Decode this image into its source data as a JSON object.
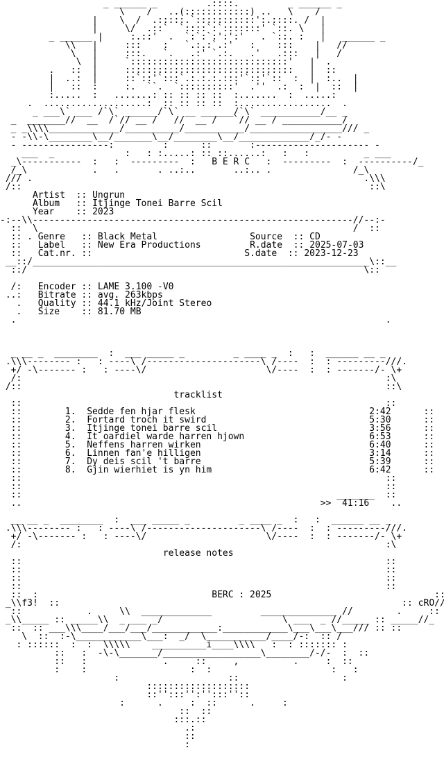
{
  "art": {
    "top": "                   _ ______ _         .::::.         _ ______ _\n                      \\    /   ..(::::::::::::) ..   \\    /\n                 |    \\  /  .:::::.`:::::::::::':.::::. /  |\n                 |     \\/  .::`  `::::`:`:::::::' `::. \\   |\n         _ ______ |     :.::'  .  `:`:`:':':'   . `::. :   |   ______ _\n            \\\\   |     :::    :   `.:.:`.:'   :    :::    |   //\n             \\   |     :::.   `.   .:' `.:.   .'   .:::   |   /\n              \\  |     `:::::::::::::::::::::::::::::'   |  .\n         .   ::  |     :::::::::::::::::::::::::::::::   |  ::\n         |  ..:  |     ::`::'`:::`.:.:.:.:::'`::'`::  :  |  :..  |\n         |   ::  :     :.  ``.  `::::::::::'  .''  .:  :  |  ::  |\n         :.....  :   .......: :: :: :: ::  :.......  :  .....:\n     .  ...................:  :: :: :: ::  :.................  .",
    "mid": "      _ ___\\` ___ /`\\` ______/`\\` __ ______/`\\` ___________/__ _\n  _  _______//  __  /`// __ /   //  __ /   `// __ / ___________/\n  _ _\\\\\\\\_____________/__________/___________/_________________/// _\n  - -\\\\-\\________\\__/_______\\__/________\\__/_____________/_/- -\n  - ----------------:         :      ::       :--------------------- -\n    ___  _             :   : :.....: :: ::......:   :   :          _ ___\n  _\\-----------  :   :  ---------  :   B E R C   :  ---------  :  ----------/_\n  /_\\            .   .       . ..:..       ..:.. .               /_\\\n /// .                                                             .\\\\\\\n /::                                                                ::\\",
    "sep1": "-:--\\\\-----------------------------------------------------------//--:-\n  ::  \\                                                          /  ::",
    "sep2": " __::/______________________________________________________________\\::__\n  ::/                                                              \\::",
    "box1_top": "  _ __ _  ________  :  ___ _____ _         _ ____ _  :   :  ______ __ _\n .\\\\\\-------- :   : ----\\ /---------------------\\ /----  :  : ---------///.\n  +/ -\\------- :   : ----\\/                      \\/----  :  : -------/- \\+\n  /:                                                                   :\\\n /::                                                                   ::\\",
    "box2_top": "  __ __ _  ________  :  ___ _____ _         _ ____ _  :   :  ______ __ _\n .\\\\\\-------- :   : ----\\ /---------------------\\ /----  :  : ---------///.\n  +/ -\\------- :   : ----\\/                      \\/----  :  : -------/- \\+\n  /:                                                                   :\\",
    "bottom": "  ::            .     \\\\  _____________         ______________ //        .     ::\n _\\\\_____ :: _____\\\\  _ ___ _/                      \\ ___  _ //_____ :: _____//_\n  ::  :: ___\\\\\\____/___/___/____________:____________\\___\\___\\___/// :: ::\n    \\  ::  :-\\____________\\___:  _/  \\___________/____/-:  :: /\n   : ::::::  :  :  \\\\\\\\\\    __________i____\\\\\\\\   :  : ::::::: :\n          ::   :  -\\-\\_______/__________________\\________/-/-  :  ::\n          ::   :              .     ::     ,          .     :  ::\n          :    :                   :  :                      :   :\n                     :                    ::                   :\n                           :::::::::::::::::::\n                           ::'':::'':'':::''::\n                      :      .     :  ::      .     :\n                                 ::  ::\n                                :::.::\n                                  .:\n                                  ::\n                                  :",
    "side_short": "  ::                                                                   ::",
    "side_dot": "  .                                                                    ."
  },
  "info": {
    "artist_label": "Artist",
    "artist": "Ungrun",
    "album_label": "Album",
    "album": "Itjinge Tonei Barre Scil",
    "year_label": "Year",
    "year": "2023",
    "genre_label": "Genre",
    "genre": "Black Metal",
    "label_label": "Label",
    "label": "New Era Productions",
    "catnr_label": "Cat.nr.",
    "catnr": "",
    "source_label": "Source",
    "source": "CD",
    "rdate_label": "R.date",
    "rdate": "2025-07-03",
    "sdate_label": "S.date",
    "sdate": "2023-12-23",
    "encoder_label": "Encoder",
    "encoder": "LAME 3.100 -V0",
    "bitrate_label": "Bitrate",
    "bitrate": "avg. 263kbps",
    "quality_label": "Quality",
    "quality": "44.1 kHz/Joint Stereo",
    "size_label": "Size",
    "size": "81.70 MB"
  },
  "tracklist": {
    "heading": "tracklist",
    "tracks": [
      {
        "num": "1.",
        "title": "Sedde fen hjar flesk",
        "time": "2:42"
      },
      {
        "num": "2.",
        "title": "Fortard troch it swird",
        "time": "5:30"
      },
      {
        "num": "3.",
        "title": "Itjinge tonei barre scil",
        "time": "3:56"
      },
      {
        "num": "4.",
        "title": "It oardiel warde harren hjown",
        "time": "6:53"
      },
      {
        "num": "5.",
        "title": "Neffens harren wirken",
        "time": "6:40"
      },
      {
        "num": "6.",
        "title": "Linnen fan'e hilligen",
        "time": "3:14"
      },
      {
        "num": "7.",
        "title": "Dy deis scil 't barre",
        "time": "5:39"
      },
      {
        "num": "8.",
        "title": "Gjin wierhiet is yn him",
        "time": "6:42"
      }
    ],
    "total_rule": "_______",
    "total_prefix": ">>",
    "total": "41:16"
  },
  "release_notes": {
    "heading": "release notes"
  },
  "footer": {
    "group": "BERC",
    "year": "2025",
    "artist_tag_left": "f3!",
    "artist_tag_right": "cRO"
  }
}
